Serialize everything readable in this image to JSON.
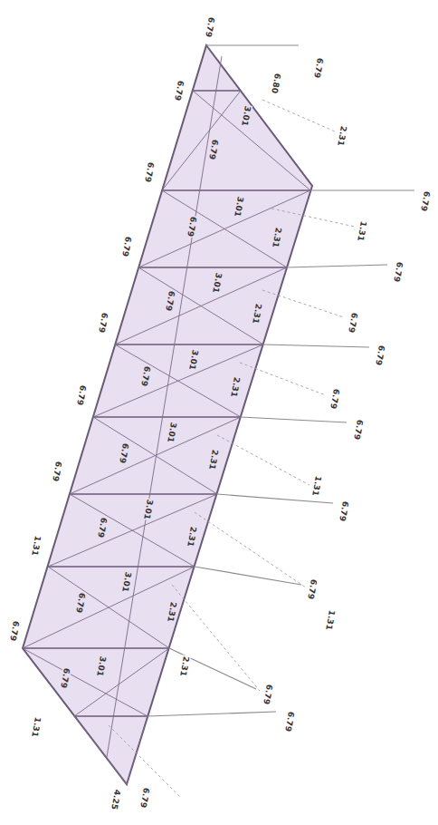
{
  "diagram": {
    "labels": [
      "6.79",
      "6.79",
      "6.80",
      "2.31",
      "6.79",
      "6.79",
      "6.79",
      "6.79",
      "6.79",
      "6.79",
      "1.31",
      "6.79",
      "6.79",
      "6.79",
      "6.79",
      "6.79",
      "6.79",
      "6.79",
      "6.79",
      "6.79",
      "3.01",
      "3.01",
      "3.01",
      "3.01",
      "3.01",
      "3.01",
      "3.01",
      "3.01",
      "2.31",
      "2.31",
      "2.31",
      "2.31",
      "2.31",
      "2.31",
      "6.79",
      "1.31",
      "6.79",
      "6.79",
      "6.79",
      "6.79",
      "6.79",
      "1.31",
      "6.79",
      "6.79",
      "1.31",
      "6.79",
      "6.79",
      "1.31",
      "4.25",
      "6.79",
      "2.31"
    ]
  }
}
